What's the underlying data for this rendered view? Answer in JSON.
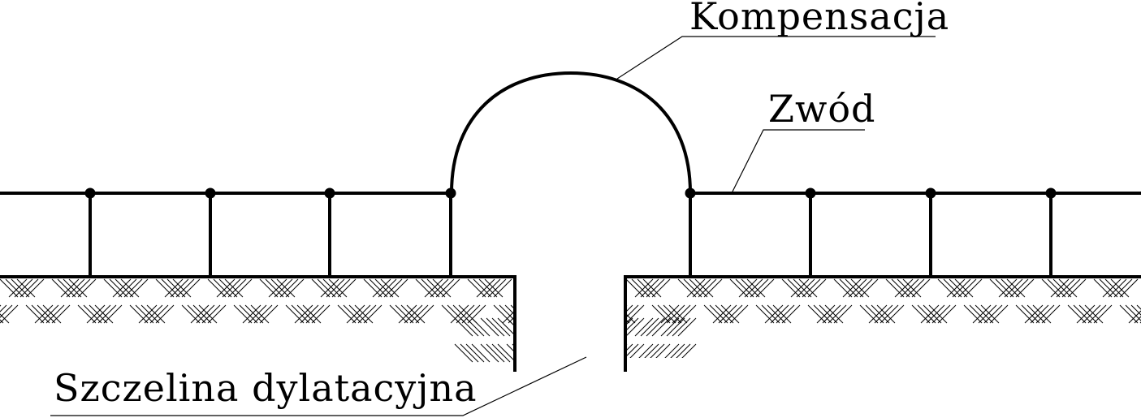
{
  "labels": {
    "compensation": "Kompensacja",
    "conductor": "Zwód",
    "expansion_gap": "Szczelina dylatacyjna"
  },
  "colors": {
    "line": "#000000",
    "background": "#ffffff"
  }
}
